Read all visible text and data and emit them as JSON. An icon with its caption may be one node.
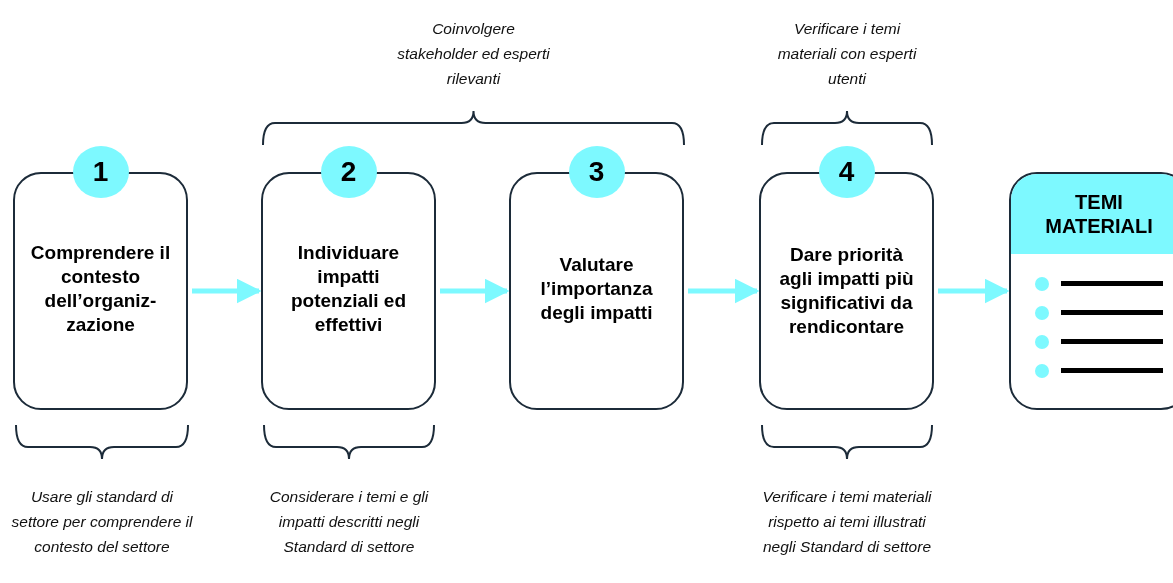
{
  "diagram": {
    "nodes": [
      {
        "text": [
          "1",
          "Comprendere il contesto dell’organiz- zazione"
        ]
      },
      {
        "text": [
          "2",
          "Individuare impatti potenziali ed effettivi"
        ]
      },
      {
        "text": [
          "3",
          "Valutare l’importanza degli impatti"
        ]
      },
      {
        "text": [
          "4",
          "Dare priorità agli impatti più significativi da rendicontare"
        ]
      },
      {
        "text": [
          "TEMI MATERIALI"
        ]
      }
    ],
    "edges": [
      {
        "from": 0,
        "to": 1,
        "arrow": "to"
      },
      {
        "from": 1,
        "to": 2,
        "arrow": "to"
      },
      {
        "from": 2,
        "to": 3,
        "arrow": "to"
      },
      {
        "from": 3,
        "to": 4,
        "arrow": "to"
      }
    ],
    "labels": [
      "Coinvolgere stakeholder ed esperti rilevanti",
      "Verificare i temi materiali con esperti utenti",
      "Usare gli standard di settore per comprendere il contesto del settore",
      "Considerare i temi e gli impatti descritti negli Standard di settore",
      "Verificare i temi materiali rispetto ai temi illustrati negli Standard di settore"
    ]
  }
}
